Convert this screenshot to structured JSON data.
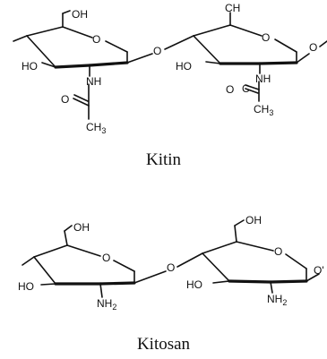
{
  "captions": {
    "top": "Kitin",
    "bottom": "Kitosan"
  },
  "atoms": {
    "oh": "OH",
    "ch_top": "CH",
    "o": "O",
    "ho": "HO",
    "nh": "NH",
    "nh2_base": "NH",
    "sub2": "2",
    "c": "C",
    "ch3_base": "CH",
    "sub3": "3",
    "o_prime": "O'"
  }
}
